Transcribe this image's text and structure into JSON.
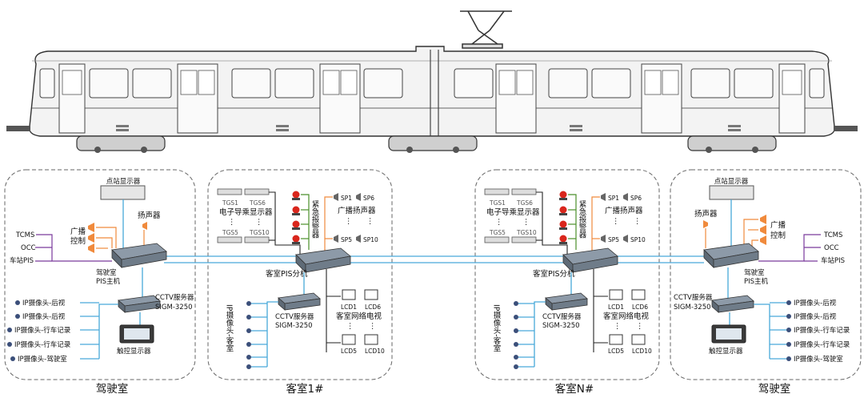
{
  "zones": {
    "cab_left": "驾驶室",
    "car_1": "客室1#",
    "car_n": "客室N#",
    "cab_right": "驾驶室"
  },
  "cab": {
    "station_display": "点站显示器",
    "broadcast_control": [
      "广播",
      "控制"
    ],
    "speaker": "扬声器",
    "tcms": "TCMS",
    "occ": "OCC",
    "station_pis": "车站PIS",
    "pis_host": [
      "驾驶室",
      "PIS主机"
    ],
    "cctv_server": [
      "CCTV服务器",
      "SIGM-3250"
    ],
    "touch_display": "触控显示器",
    "cameras": [
      "IP摄像头-后视",
      "IP摄像头-后视",
      "IP摄像头-行车记录",
      "IP摄像头-行车记录",
      "IP摄像头-驾驶室"
    ]
  },
  "car": {
    "tgs_top": [
      "TGS1",
      "TGS6"
    ],
    "guide_display": "电子导乘显示器",
    "dots": "⋮",
    "tgs_bottom": [
      "TGS5",
      "TGS10"
    ],
    "emergency_alarm": "紧急报警器",
    "sp_top": [
      "SP1",
      "SP6"
    ],
    "broadcast_speaker": "广播扬声器",
    "sp_bottom": [
      "SP5",
      "SP10"
    ],
    "pis_branch": "客室PIS分机",
    "camera_vertical": "IP摄像头-客室",
    "cctv_server": [
      "CCTV服务器",
      "SIGM-3250"
    ],
    "lcd_top": [
      "LCD1",
      "LCD6"
    ],
    "network_tv": "客室网络电视",
    "lcd_bottom": [
      "LCD5",
      "LCD10"
    ]
  },
  "colors": {
    "ethernet": "#49a9d9",
    "broadcast": "#f08a3c",
    "alarm": "#4b8f2a",
    "control": "#7a3a9c",
    "outline": "#222222"
  }
}
